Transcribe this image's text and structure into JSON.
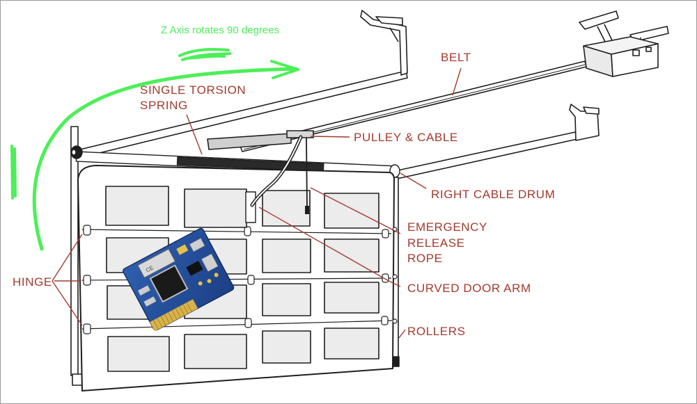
{
  "annotation": {
    "text": "Z Axis rotates 90 degrees",
    "color": "#4cef58"
  },
  "label_color": "#a33a2c",
  "labels": {
    "single_torsion_spring": [
      "SINGLE TORSION",
      "SPRING"
    ],
    "belt": "BELT",
    "pulley_cable": "PULLEY & CABLE",
    "right_cable_drum": "RIGHT CABLE DRUM",
    "emergency_release_rope": [
      "EMERGENCY",
      "RELEASE",
      "ROPE"
    ],
    "hinge": "HINGE",
    "curved_door_arm": "CURVED DOOR ARM",
    "rollers": "ROLLERS"
  },
  "board": {
    "chip_text": "CE"
  }
}
